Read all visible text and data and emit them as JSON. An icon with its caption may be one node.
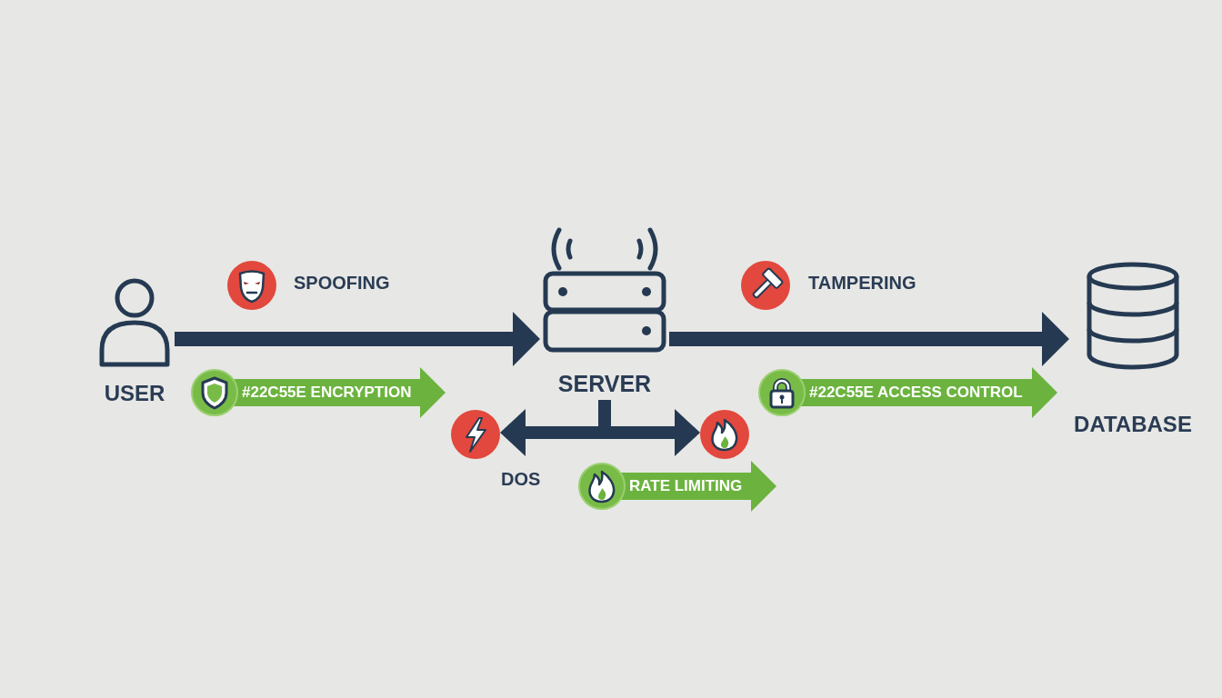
{
  "diagram": {
    "nodes": [
      {
        "text": [
          "USER"
        ]
      },
      {
        "text": [
          "#22C55E ENCRYPTION"
        ]
      },
      {
        "text": [
          "SERVER"
        ]
      },
      {
        "text": [],
        "shape": "circle",
        "beside": [
          "DOS"
        ]
      },
      {
        "text": [],
        "shape": "circle"
      },
      {
        "text": [
          "RATE LIMITING"
        ]
      },
      {
        "text": [
          "DATABASE"
        ]
      },
      {
        "text": [
          "#22C55E ACCESS CONTROL"
        ]
      }
    ],
    "edges": [
      {
        "from": 0,
        "to": 2,
        "arrow": "to"
      },
      {
        "from": 2,
        "to": 6,
        "arrow": "to"
      },
      {
        "from": 2,
        "to": 3,
        "arrow": "to"
      },
      {
        "from": 2,
        "to": 4,
        "arrow": "to"
      }
    ],
    "labels": [
      "SPOOFING",
      "TAMPERING"
    ]
  }
}
